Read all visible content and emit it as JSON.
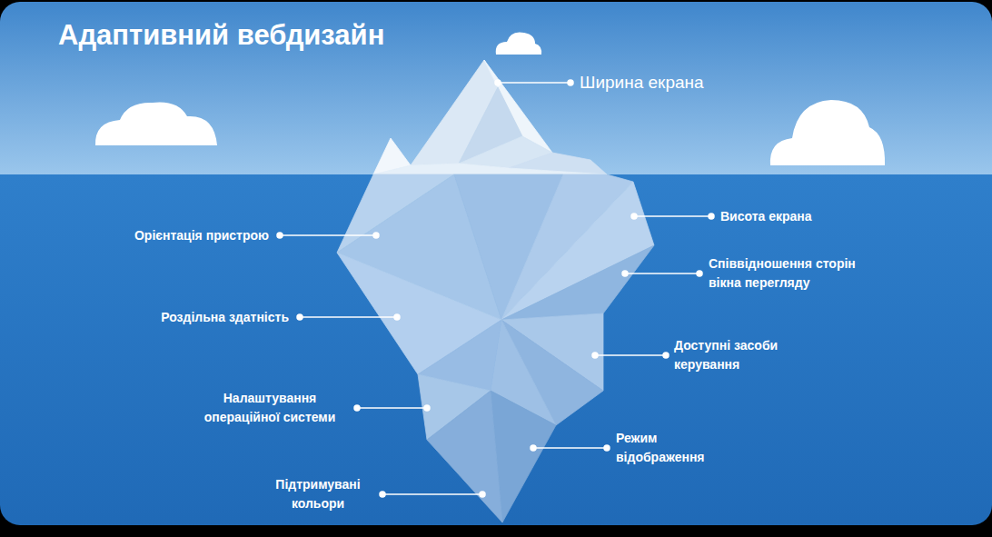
{
  "diagram": {
    "title": "Адаптивний вебдизайн",
    "labels": [
      "Ширина екрана",
      "Орієнтація пристрою",
      "Висота екрана",
      "Співвідношення сторін вікна перегляду",
      "Роздільна здатність",
      "Доступні засоби керування",
      "Налаштування операційної системи",
      "Режим відображення",
      "Підтримувані кольори"
    ]
  }
}
